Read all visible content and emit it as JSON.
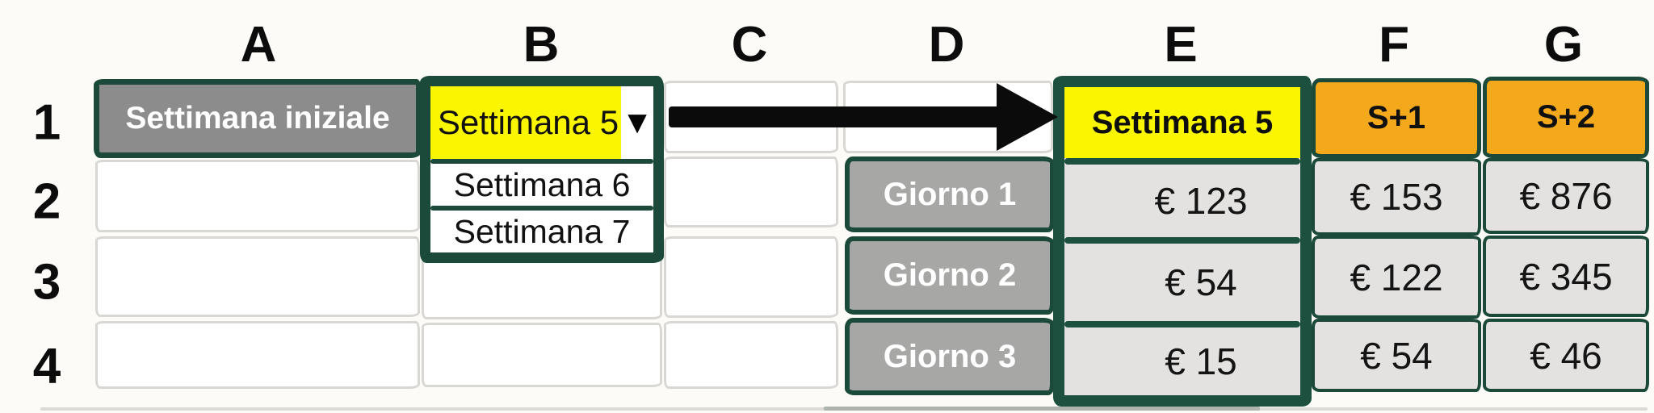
{
  "diagram": {
    "columns": [
      "A",
      "B",
      "C",
      "D",
      "E",
      "F",
      "G"
    ],
    "rows": [
      "1",
      "2",
      "3",
      "4"
    ],
    "initial_week_cell": "Settimana iniziale",
    "dropdown": {
      "selected": "Settimana 5",
      "options": [
        "Settimana 6",
        "Settimana 7"
      ]
    },
    "icons": {
      "dropdown_caret": "▼"
    },
    "result_table": {
      "week_header": "Settimana 5",
      "plus1_header": "S+1",
      "plus2_header": "S+2",
      "day_rows": [
        {
          "label": "Giorno 1",
          "week": "€ 123",
          "plus1": "€ 153",
          "plus2": "€ 876"
        },
        {
          "label": "Giorno 2",
          "week": "€ 54",
          "plus1": "€ 122",
          "plus2": "€ 345"
        },
        {
          "label": "Giorno 3",
          "week": "€ 15",
          "plus1": "€ 54",
          "plus2": "€ 46"
        }
      ]
    },
    "colors": {
      "selection_green": "#1C4A3A",
      "highlight_yellow": "#FAF500",
      "header_orange": "#F4A81C",
      "initial_cell_gray": "#8C8C8C",
      "day_cell_gray": "#A7A7A6",
      "value_cell_gray": "#E3E2E0"
    }
  }
}
